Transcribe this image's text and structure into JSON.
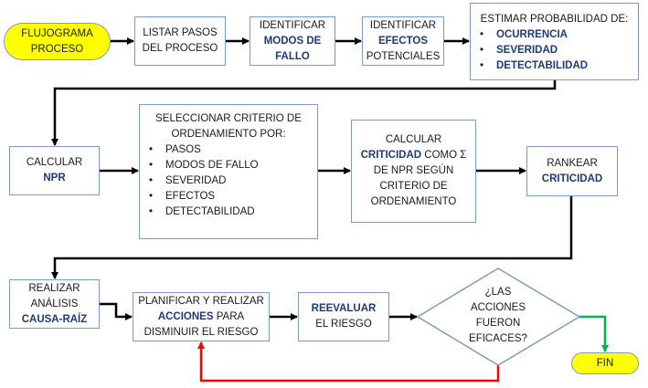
{
  "diagram": {
    "type": "flowchart",
    "colors": {
      "start_end_fill": "#ffff00",
      "box_border": "#7f9cc0",
      "highlight_text": "#1f3a78",
      "arrow": "#000000",
      "yes_arrow": "#00b050",
      "no_arrow": "#ff0000"
    },
    "nodes": {
      "start": {
        "line1": "FLUJOGRAMA",
        "line2": "PROCESO"
      },
      "listar": {
        "line1": "LISTAR PASOS",
        "line2": "DEL PROCESO"
      },
      "modos": {
        "line1": "IDENTIFICAR",
        "line2": "MODOS DE",
        "line3": "FALLO"
      },
      "efectos": {
        "line1": "IDENTIFICAR",
        "line2": "EFECTOS",
        "line3": "POTENCIALES"
      },
      "estimar": {
        "heading": "ESTIMAR PROBABILIDAD DE:",
        "bullet": "•",
        "items": [
          "OCURRENCIA",
          "SEVERIDAD",
          "DETECTABILIDAD"
        ]
      },
      "npr": {
        "line1": "CALCULAR",
        "line2": "NPR"
      },
      "seleccionar": {
        "heading1": "SELECCIONAR CRITERIO DE",
        "heading2": "ORDENAMIENTO POR:",
        "bullet": "•",
        "items": [
          "PASOS",
          "MODOS DE FALLO",
          "SEVERIDAD",
          "EFECTOS",
          "DETECTABILIDAD"
        ]
      },
      "criticidad": {
        "line1": "CALCULAR",
        "line2_highlight": "CRITICIDAD",
        "line2_rest": " COMO Σ",
        "line3": "DE NPR SEGÚN",
        "line4": "CRITERIO DE",
        "line5": "ORDENAMIENTO"
      },
      "rankear": {
        "line1": "RANKEAR",
        "line2": "CRITICIDAD"
      },
      "causa": {
        "line1": "REALIZAR",
        "line2": "ANÁLISIS",
        "line3": "CAUSA-RAÍZ"
      },
      "planificar": {
        "line1": "PLANIFICAR Y REALIZAR",
        "line2_highlight": "ACCIONES",
        "line2_rest": " PARA",
        "line3": "DISMINUIR EL RIESGO"
      },
      "reevaluar": {
        "line1": "REEVALUAR",
        "line2": "EL RIESGO"
      },
      "decision": {
        "line1": "¿LAS",
        "line2": "ACCIONES",
        "line3": "FUERON",
        "line4": "EFICACES?"
      },
      "end": {
        "label": "FIN"
      }
    },
    "edges": [
      {
        "from": "start",
        "to": "listar",
        "color": "arrow"
      },
      {
        "from": "listar",
        "to": "modos",
        "color": "arrow"
      },
      {
        "from": "modos",
        "to": "efectos",
        "color": "arrow"
      },
      {
        "from": "efectos",
        "to": "estimar",
        "color": "arrow"
      },
      {
        "from": "estimar",
        "to": "npr",
        "color": "arrow"
      },
      {
        "from": "npr",
        "to": "seleccionar",
        "color": "arrow"
      },
      {
        "from": "seleccionar",
        "to": "criticidad",
        "color": "arrow"
      },
      {
        "from": "criticidad",
        "to": "rankear",
        "color": "arrow"
      },
      {
        "from": "rankear",
        "to": "causa",
        "color": "arrow"
      },
      {
        "from": "causa",
        "to": "planificar",
        "color": "arrow"
      },
      {
        "from": "planificar",
        "to": "reevaluar",
        "color": "arrow"
      },
      {
        "from": "reevaluar",
        "to": "decision",
        "color": "arrow"
      },
      {
        "from": "decision",
        "to": "end",
        "color": "yes_arrow"
      },
      {
        "from": "decision",
        "to": "planificar",
        "color": "no_arrow"
      }
    ]
  }
}
